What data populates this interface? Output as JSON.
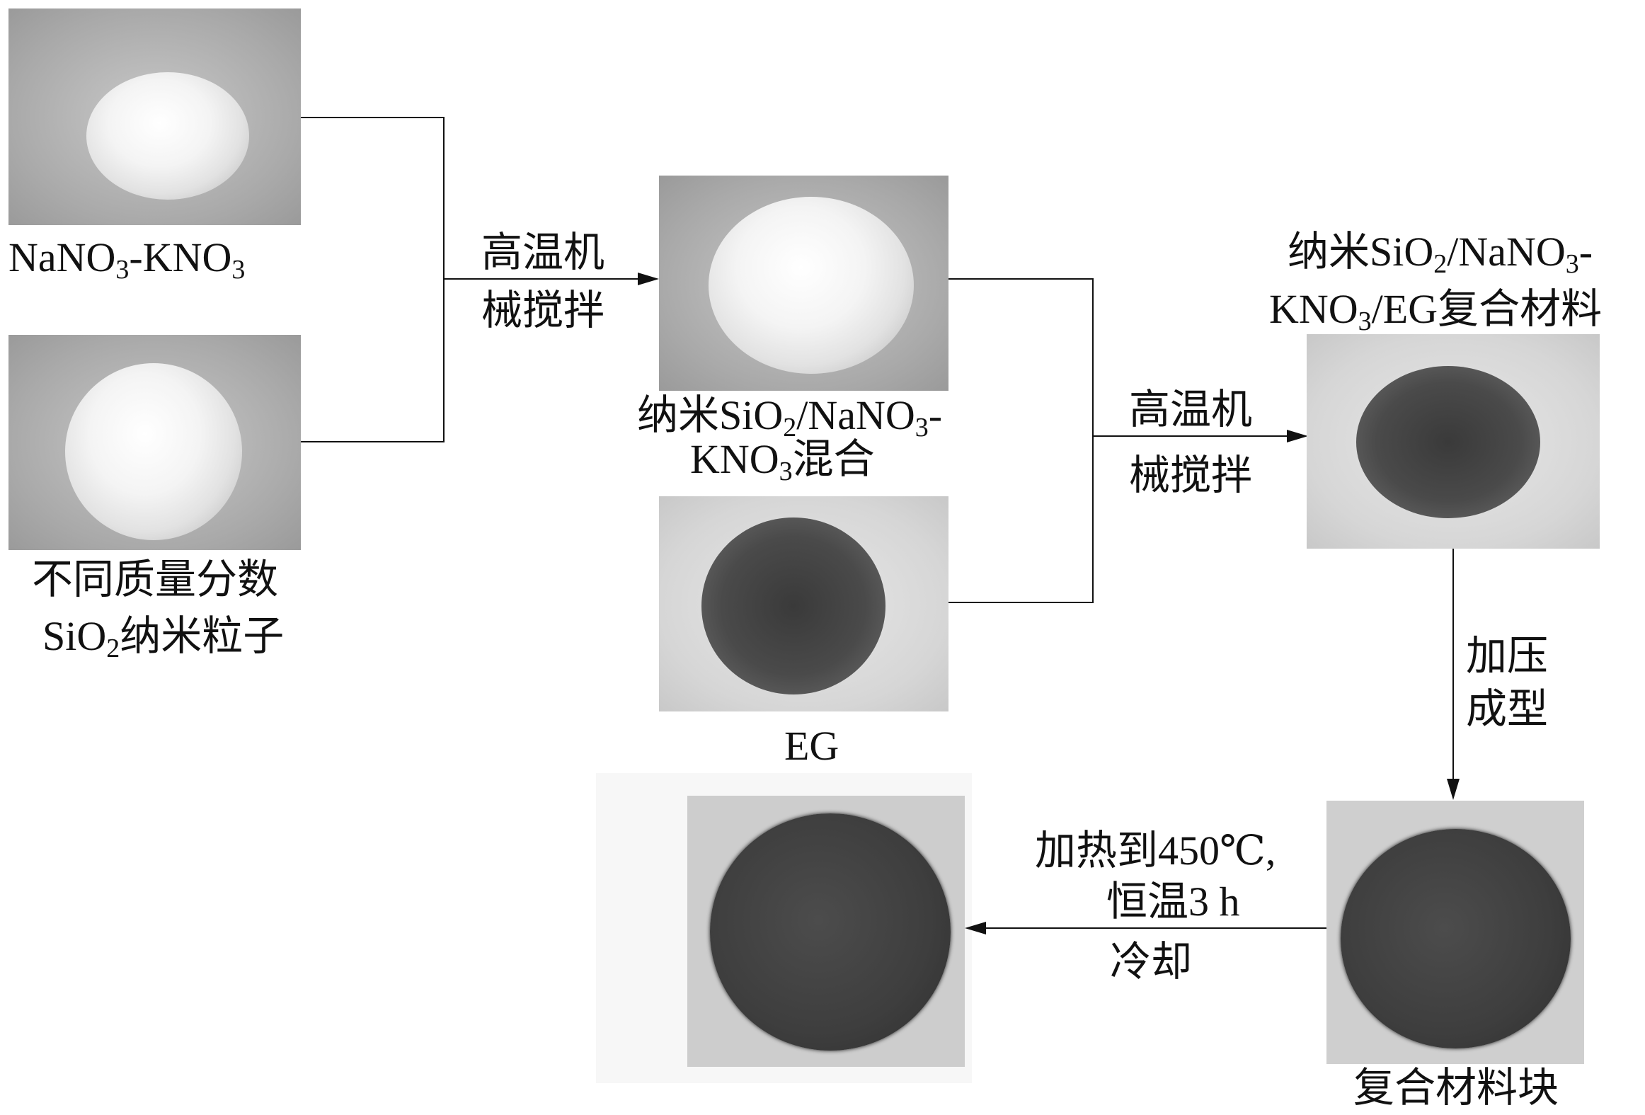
{
  "inputs": {
    "salt": {
      "name": "NaNO",
      "sub1": "3",
      "mid": "-KNO",
      "sub2": "3"
    },
    "silica": {
      "line1": "不同质量分数",
      "line2_a": "SiO",
      "line2_sub": "2",
      "line2_b": "纳米粒子"
    }
  },
  "step1": {
    "line1": "高温机",
    "line2": "械搅拌"
  },
  "mixture": {
    "line1_a": "纳米SiO",
    "line1_sub": "2",
    "line1_b": "/NaNO",
    "line1_sub2": "3",
    "line1_c": "-",
    "line2_a": "KNO",
    "line2_sub": "3",
    "line2_b": "混合"
  },
  "eg": {
    "label": "EG"
  },
  "step2": {
    "line1": "高温机",
    "line2": "械搅拌"
  },
  "composite": {
    "line1_a": "纳米SiO",
    "line1_sub": "2",
    "line1_b": "/NaNO",
    "line1_sub2": "3",
    "line1_c": "-",
    "line2_a": "KNO",
    "line2_sub": "3",
    "line2_b": "/EG复合材料"
  },
  "step3": {
    "line1": "加压",
    "line2": "成型"
  },
  "block": {
    "label": "复合材料块"
  },
  "step4": {
    "line1": "加热到450℃,",
    "line2": "恒温3 h",
    "line3": "冷却"
  }
}
